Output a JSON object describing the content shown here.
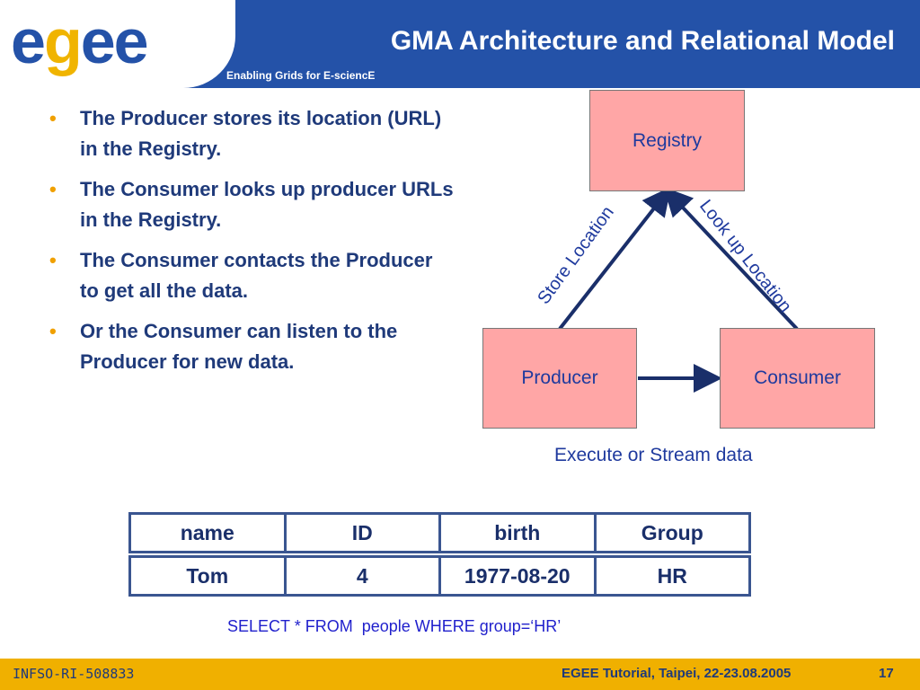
{
  "header": {
    "logo": "egee",
    "title": "GMA Architecture and Relational Model",
    "subtitle": "Enabling Grids for E-sciencE"
  },
  "bullets": [
    "The Producer stores its location (URL) in the Registry.",
    "The Consumer looks up producer URLs in the Registry.",
    "The Consumer contacts the Producer to get all the data.",
    "Or the Consumer can listen to the Producer for new data."
  ],
  "diagram": {
    "registry": "Registry",
    "producer": "Producer",
    "consumer": "Consumer",
    "store_location": "Store Location",
    "look_up_location": "Look up Location",
    "execute_stream": "Execute or Stream data"
  },
  "table": {
    "headers": [
      "name",
      "ID",
      "birth",
      "Group"
    ],
    "row": [
      "Tom",
      "4",
      "1977-08-20",
      "HR"
    ]
  },
  "sql": "SELECT * FROM  people WHERE group=‘HR’",
  "footer": {
    "left": "INFSO-RI-508833",
    "center": "EGEE Tutorial, Taipei, 22-23.08.2005",
    "page": "17"
  },
  "colors": {
    "header_blue": "#2452a8",
    "footer_gold": "#f0b000",
    "box_pink": "#ffa6a6",
    "text_navy": "#1f3a7a"
  }
}
